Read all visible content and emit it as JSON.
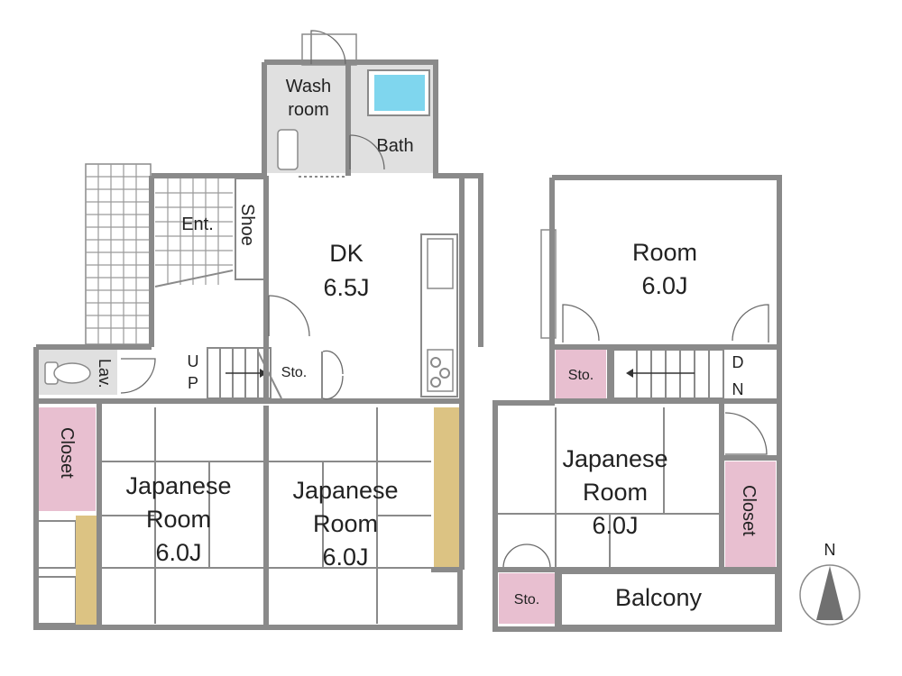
{
  "rooms": {
    "wash_room": [
      "Wash",
      "room"
    ],
    "bath": "Bath",
    "entrance": "Ent.",
    "shoe": "Shoe",
    "dk": [
      "DK",
      "6.5J"
    ],
    "room_upper": [
      "Room",
      "6.0J"
    ],
    "lavatory": "Lav.",
    "stairs_up": [
      "U",
      "P"
    ],
    "storage_stairs": "Sto.",
    "storage_upper": "Sto.",
    "stairs_down": [
      "D",
      "N"
    ],
    "closet_left": "Closet",
    "japanese_room_1": [
      "Japanese",
      "Room",
      "6.0J"
    ],
    "japanese_room_2": [
      "Japanese",
      "Room",
      "6.0J"
    ],
    "japanese_room_3": [
      "Japanese",
      "Room",
      "6.0J"
    ],
    "closet_right": "Closet",
    "storage_balcony": "Sto.",
    "balcony": "Balcony"
  },
  "compass": {
    "north_label": "N"
  },
  "colors": {
    "wall": "#8a8a8a",
    "closet_fill": "#e8bfd0",
    "wet_area_fill": "#e0e0e0",
    "bathtub": "#7fd6ee",
    "wood_floor": "#dcc383",
    "compass_fill": "#707070"
  }
}
